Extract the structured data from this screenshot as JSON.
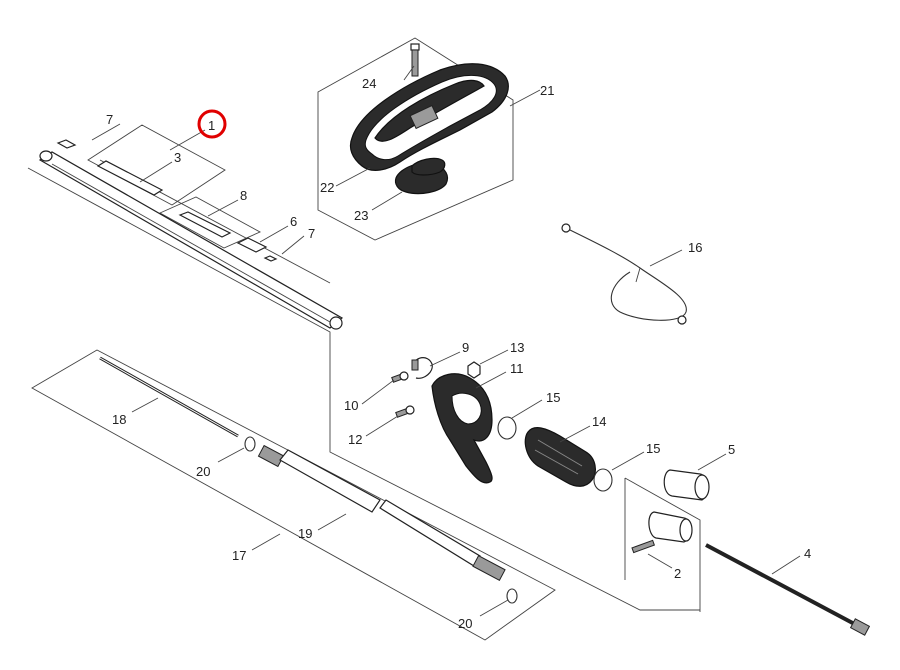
{
  "labels": {
    "p1": "1",
    "p2": "2",
    "p3": "3",
    "p4": "4",
    "p5": "5",
    "p6": "6",
    "p7a": "7",
    "p7b": "7",
    "p8": "8",
    "p9": "9",
    "p10": "10",
    "p11": "11",
    "p12": "12",
    "p13": "13",
    "p14": "14",
    "p15a": "15",
    "p15b": "15",
    "p16": "16",
    "p17": "17",
    "p18": "18",
    "p19": "19",
    "p20a": "20",
    "p20b": "20",
    "p21": "21",
    "p22": "22",
    "p23": "23",
    "p24": "24"
  },
  "highlight": {
    "part": "1",
    "color": "#e00000"
  }
}
